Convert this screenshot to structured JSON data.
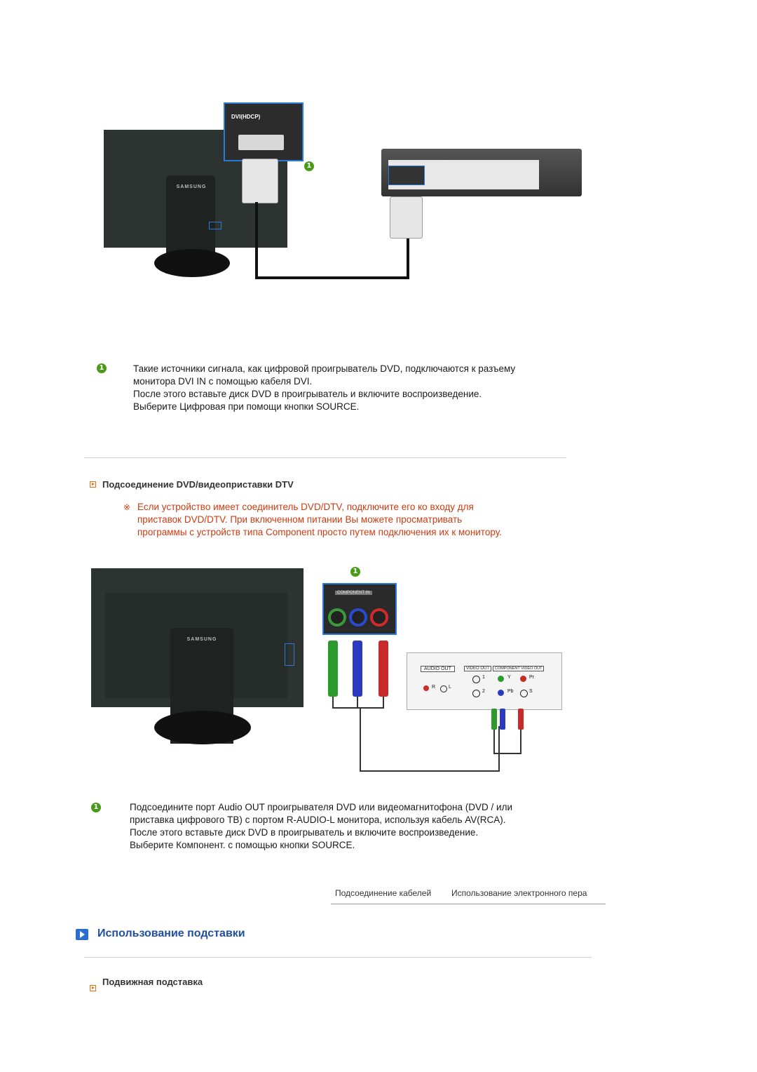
{
  "section1": {
    "panel_label": "DVI(HDCP)",
    "monitor_brand": "SAMSUNG",
    "marker": "1",
    "lines": [
      "Такие источники сигнала, как цифровой проигрыватель DVD, подключаются к разъему",
      "монитора DVI IN с помощью кабеля DVI.",
      "После этого вставьте диск DVD в проигрыватель и включите воспроизведение.",
      "Выберите Цифровая при помощи кнопки SOURCE."
    ]
  },
  "section2": {
    "heading": "Подсоединение DVD/видеоприставки DTV",
    "note_symbol": "※",
    "note_lines": [
      "Если устройство имеет соединитель DVD/DTV, подключите его ко входу для",
      "приставок DVD/DTV. При включенном питании Вы можете просматривать",
      "программы с устройств типа Component просто путем подключения их к монитору."
    ],
    "monitor_brand": "SAMSUNG",
    "marker": "1",
    "component_label": "COMPONENT IN",
    "panel": {
      "audio_out": "AUDIO OUT",
      "video_out": "VIDEO OUT",
      "component_video_out": "COMPONENT VIDEO OUT",
      "r": "R",
      "l": "L",
      "n1": "1",
      "n2": "2",
      "y": "Y",
      "pr": "Pr",
      "pb": "Pb",
      "s": "S"
    },
    "lines": [
      "Подсоедините порт Audio OUT проигрывателя DVD или видеомагнитофона (DVD / или",
      "приставка цифрового ТВ) с портом R-AUDIO-L монитора, используя кабель AV(RCA).",
      "После этого вставьте диск DVD в проигрыватель и включите воспроизведение.",
      "Выберите Компонент. с помощью кнопки SOURCE."
    ]
  },
  "nav": {
    "link1": "Подсоединение кабелей",
    "link2": "Использование электронного пера"
  },
  "section3": {
    "title": "Использование подставки",
    "sub_heading": "Подвижная подставка"
  },
  "colors": {
    "note": "#d03a10",
    "title_blue": "#1e4fa0",
    "marker_green": "#4a9a1a",
    "bullet_orange": "#e07010"
  }
}
